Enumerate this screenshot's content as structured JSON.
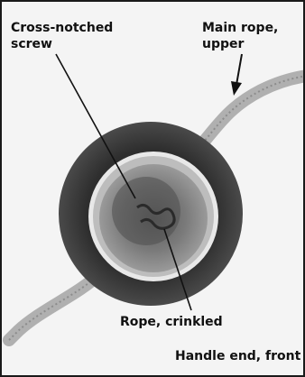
{
  "labels": {
    "screw": "Cross-notched\nscrew",
    "rope_upper": "Main rope,\nupper",
    "rope_crinkled": "Rope, crinkled",
    "handle_end": "Handle end, front"
  },
  "colors": {
    "background": "#f4f4f4",
    "rope": "#b0b0b0",
    "handle_ring": "#3a3a3a",
    "inner_ring": "#e8e8e8",
    "screw_head": "#6e6e6e",
    "leader_line": "#111111"
  },
  "icons": {
    "arrow": "arrow-down-icon"
  }
}
